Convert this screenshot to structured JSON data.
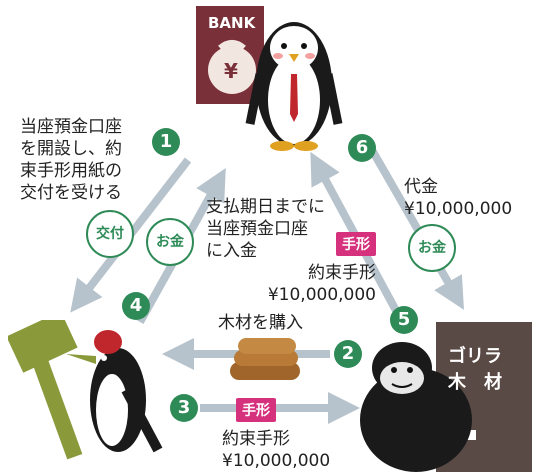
{
  "bank": {
    "sign_label": "BANK",
    "bag_symbol": "¥"
  },
  "gorilla_sign": {
    "line1": "ゴリラ",
    "line2": "木　材"
  },
  "steps": [
    {
      "number": "1",
      "text": "当座預金口座\nを開設し、約\n束手形用紙の\n交付を受ける",
      "tag": "交付"
    },
    {
      "number": "2",
      "text": "木材を購入"
    },
    {
      "number": "3",
      "tag": "手形",
      "text": "約束手形\n¥10,000,000"
    },
    {
      "number": "4",
      "tag": "お金",
      "text": "支払期日までに\n当座預金口座\nに入金"
    },
    {
      "number": "5",
      "tag": "手形",
      "text": "約束手形\n¥10,000,000"
    },
    {
      "number": "6",
      "text": "代金\n¥10,000,000",
      "tag": "お金"
    }
  ],
  "colors": {
    "arrow": "#b7c3cc",
    "step_circle": "#2e8b57",
    "tag_pink": "#d6317c",
    "sign_brown": "#5a4a45",
    "bank_red": "#7a3038"
  }
}
